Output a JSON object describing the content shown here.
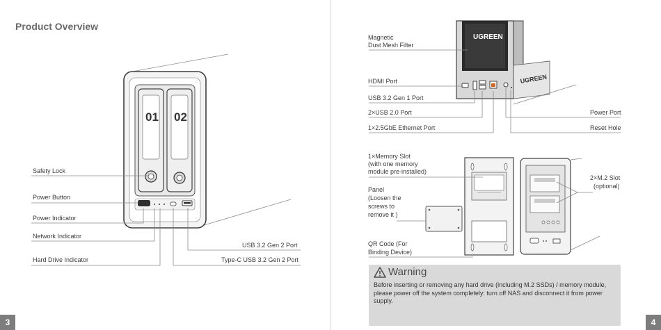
{
  "left_page": {
    "title": "Product Overview",
    "page_number": "3",
    "bay_labels": [
      "01",
      "02"
    ],
    "callouts": {
      "safety_lock": "Safety Lock",
      "power_button": "Power Button",
      "power_indicator": "Power Indicator",
      "network_indicator": "Network Indicator",
      "hard_drive_indicator": "Hard Drive Indicator",
      "usb32_gen2": "USB 3.2 Gen 2 Port",
      "typec_usb32_gen2": "Type-C USB 3.2 Gen 2 Port"
    }
  },
  "right_page": {
    "page_number": "4",
    "brand": "UGREEN",
    "rear_callouts": {
      "dust_filter_line1": "Magnetic",
      "dust_filter_line2": "Dust Mesh Filter",
      "hdmi": "HDMI Port",
      "usb32_gen1": "USB 3.2 Gen 1 Port",
      "usb20": "2×USB 2.0 Port",
      "ethernet": "1×2.5GbE Ethernet Port",
      "power_port": "Power Port",
      "reset_hole": "Reset Hole"
    },
    "bottom_callouts": {
      "memory_line1": "1×Memory Slot",
      "memory_line2": "(with one memory",
      "memory_line3": "module pre-installed)",
      "panel_line1": "Panel",
      "panel_line2": "(Loosen the",
      "panel_line3": "screws to",
      "panel_line4": "remove it )",
      "qr_line1": "QR Code (For",
      "qr_line2": "Binding Device)",
      "m2_line1": "2×M.2 Slot",
      "m2_line2": "(optional)"
    },
    "warning": {
      "title": "Warning",
      "text": "Before inserting or removing any hard drive (including M.2 SSDs) / memory module, please power off the system completely: turn off NAS and disconnect it from power supply."
    }
  }
}
